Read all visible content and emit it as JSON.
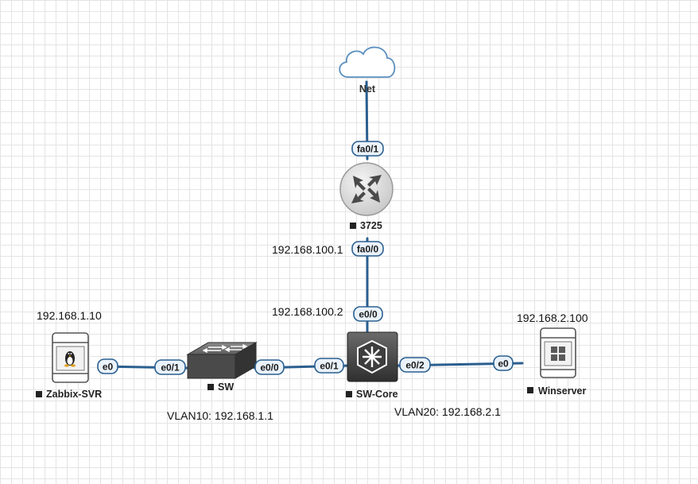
{
  "diagram": {
    "nodes": {
      "net": {
        "label": "Net"
      },
      "router": {
        "label": "3725"
      },
      "sw_core": {
        "label": "SW-Core"
      },
      "sw": {
        "label": "SW"
      },
      "zabbix": {
        "label": "Zabbix-SVR"
      },
      "winserver": {
        "label": "Winserver"
      }
    },
    "ports": {
      "router_fa01": "fa0/1",
      "router_fa00": "fa0/0",
      "core_e00": "e0/0",
      "core_e01": "e0/1",
      "core_e02": "e0/2",
      "sw_e00": "e0/0",
      "sw_e01": "e0/1",
      "zabbix_e0": "e0",
      "winserver_e0": "e0"
    },
    "annotations": {
      "router_ip": "192.168.100.1",
      "core_ip": "192.168.100.2",
      "zabbix_ip": "192.168.1.10",
      "winserver_ip": "192.168.2.100",
      "vlan10": "VLAN10: 192.168.1.1",
      "vlan20": "VLAN20: 192.168.2.1"
    },
    "colors": {
      "link": "#2a5f8f",
      "port_fill": "#eaf2fb",
      "router_body": "#d9d9d9",
      "switch_body": "#4a4a4a",
      "grid": "#e4e4e4"
    }
  }
}
